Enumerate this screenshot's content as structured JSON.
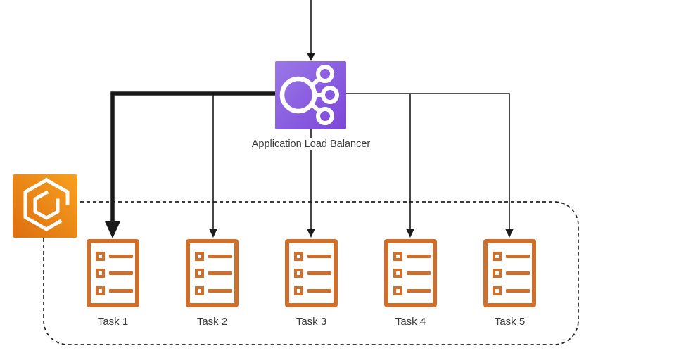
{
  "diagram": {
    "load_balancer": {
      "label": "Application Load Balancer",
      "icon": "application-load-balancer-icon"
    },
    "service": {
      "icon": "ecs-service-icon"
    },
    "cluster": {
      "border_style": "dashed-rounded",
      "tasks": [
        {
          "label": "Task 1",
          "icon": "ecs-task-icon",
          "route_emphasized": true
        },
        {
          "label": "Task 2",
          "icon": "ecs-task-icon",
          "route_emphasized": false
        },
        {
          "label": "Task 3",
          "icon": "ecs-task-icon",
          "route_emphasized": false
        },
        {
          "label": "Task 4",
          "icon": "ecs-task-icon",
          "route_emphasized": false
        },
        {
          "label": "Task 5",
          "icon": "ecs-task-icon",
          "route_emphasized": false
        }
      ]
    }
  },
  "colors": {
    "line_color": "#1a1a1a",
    "dash_color": "#222222",
    "task_orange": "#ce6f2d",
    "alb_purple_light": "#9a77e8",
    "alb_purple_dark": "#7c47d9",
    "ecs_orange_light": "#f8a01e",
    "ecs_orange_dark": "#dc6f10",
    "label_color": "#3a3a3a",
    "bg": "#ffffff"
  }
}
